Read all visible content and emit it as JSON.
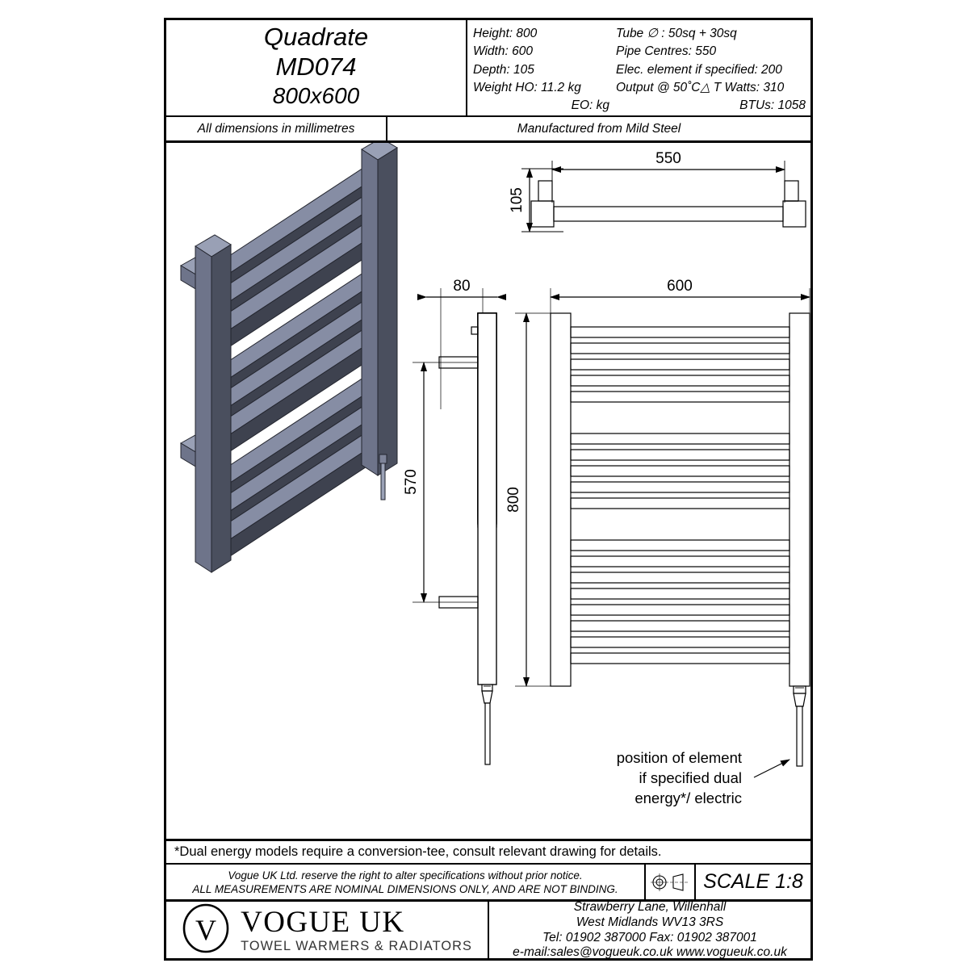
{
  "title_block": {
    "model_name": "Quadrate",
    "model_code": "MD074",
    "model_size": "800x600",
    "specs_left": [
      "Height: 800",
      "Width: 600",
      "Depth: 105",
      "Weight HO: 11.2 kg",
      "EO:  kg"
    ],
    "specs_right": [
      "Tube ∅ : 50sq + 30sq",
      "Pipe Centres: 550",
      "Elec. element if specified: 200",
      "Output @ 50˚C△ T Watts: 310",
      "BTUs: 1058"
    ]
  },
  "sub_header": {
    "units_note": "All dimensions in millimetres",
    "material_note": "Manufactured from Mild Steel"
  },
  "drawing": {
    "dim_plan_width": "550",
    "dim_plan_depth": "105",
    "dim_side_offset": "80",
    "dim_side_bracket": "570",
    "dim_front_width": "600",
    "dim_front_height": "800",
    "element_note_line1": "position of element",
    "element_note_line2": "if specified dual",
    "element_note_line3": "energy*/ electric"
  },
  "footnote": "*Dual energy models require a conversion-tee, consult relevant drawing for details.",
  "disclaimer": {
    "line1": "Vogue UK Ltd. reserve the right to alter specifications without prior notice.",
    "line2": "ALL MEASUREMENTS ARE NOMINAL DIMENSIONS ONLY, AND ARE NOT BINDING.",
    "scale": "SCALE 1:8"
  },
  "logo": {
    "monogram": "V",
    "brand": "VOGUE UK",
    "tagline": "TOWEL WARMERS & RADIATORS"
  },
  "address": {
    "line1": "Strawberry Lane, Willenhall",
    "line2": "West Midlands WV13 3RS",
    "line3": "Tel: 01902 387000  Fax: 01902 387001",
    "line4": "e-mail:sales@vogueuk.co.uk  www.vogueuk.co.uk"
  },
  "colors": {
    "line": "#000000",
    "iso_dark": "#3e424f",
    "iso_mid": "#6e748a",
    "iso_light": "#99a0b5",
    "iso_top": "#868da4"
  }
}
